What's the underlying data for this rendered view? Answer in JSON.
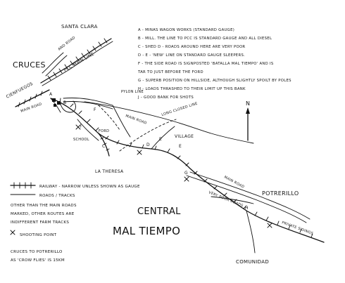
{
  "places": {
    "cruces": "CRUCES",
    "santa_clara": "SANTA CLARA",
    "cienfuegos": "CIENFUEGOS",
    "potrerillo": "POTRERILLO",
    "comunidad": "COMUNIDAD",
    "la_theresa": "LA THERESA",
    "village": "VILLAGE",
    "school": "SCHOOL"
  },
  "map_labels": {
    "and_road": "AND ROAD",
    "pcc_main_line": "PCC MAIN LINE",
    "main_road_w": "MAIN ROAD",
    "pylon_line": "PYLON LINE",
    "main_road_mid": "MAIN ROAD",
    "long_closed_line": "LONG CLOSED LINE",
    "ford": "FORD",
    "main_road_e": "MAIN ROAD",
    "very_poor_roads": "VERY POOR ROADS",
    "private_sidings": "PRIVATE SIDINGS"
  },
  "point_letters": [
    "A",
    "B",
    "C",
    "D",
    "E",
    "E",
    "F",
    "G",
    "H",
    "J"
  ],
  "notes": [
    "A - MINAS WAGON WORKS (STANDARD GAUGE)",
    "B - MILL. THE LINE TO PCC IS STANDARD GAUGE AND ALL DIESEL",
    "C - SHED      D - ROADS AROUND HERE ARE VERY POOR",
    "D - E - 'NEW' LINE ON STANDARD GAUGE SLEEPERS.",
    "F - THE SIDE ROAD IS SIGNPOSTED 'BATALLA MAL TIEMPO' AND IS",
    "      TAR TO JUST BEFORE THE FORD",
    "G - SUPERB POSITION ON HILLSIDE, ALTHOUGH SLIGHTLY SPOILT BY POLES",
    "H - LOADS THRASHED TO THEIR LIMIT UP THIS BANK",
    "J - GOOD BANK FOR SHOTS"
  ],
  "north": "N",
  "title": {
    "line1": "CENTRAL",
    "line2": "MAL TIEMPO"
  },
  "legend": {
    "railway": "RAILWAY - NARROW UNLESS SHOWN AS GAUGE",
    "roads": "ROADS / TRACKS",
    "roads_note_1": "OTHER THAN THE MAIN ROADS",
    "roads_note_2": "MARKED, OTHER ROUTES ARE",
    "roads_note_3": "INDIFFERENT FARM TRACKS",
    "viewpoint": "SHOOTING POINT",
    "distance_1": "CRUCES TO POTRERILLO",
    "distance_2": "AS 'CROW FLIES' IS 15KM"
  }
}
